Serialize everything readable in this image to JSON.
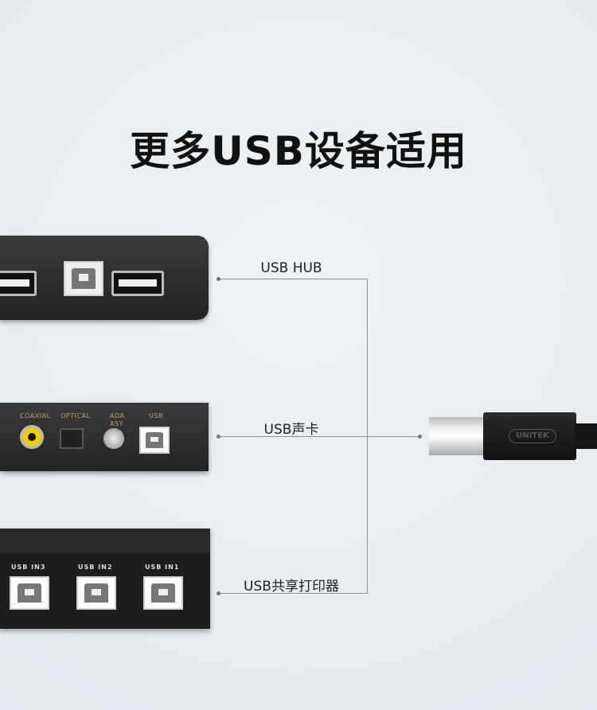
{
  "title": "更多USB设备适用",
  "labels": {
    "hub": "USB HUB",
    "sound": "USB声卡",
    "printer": "USB共享打印器"
  },
  "sound_card_ports": {
    "coaxial": "COAXIAL",
    "optical": "OPTICAL",
    "ada": "ADA",
    "asy": "ASY",
    "usb": "USB"
  },
  "printer_ports": [
    "USB IN3",
    "USB IN2",
    "USB IN1"
  ],
  "cable_brand": "UNITEK"
}
